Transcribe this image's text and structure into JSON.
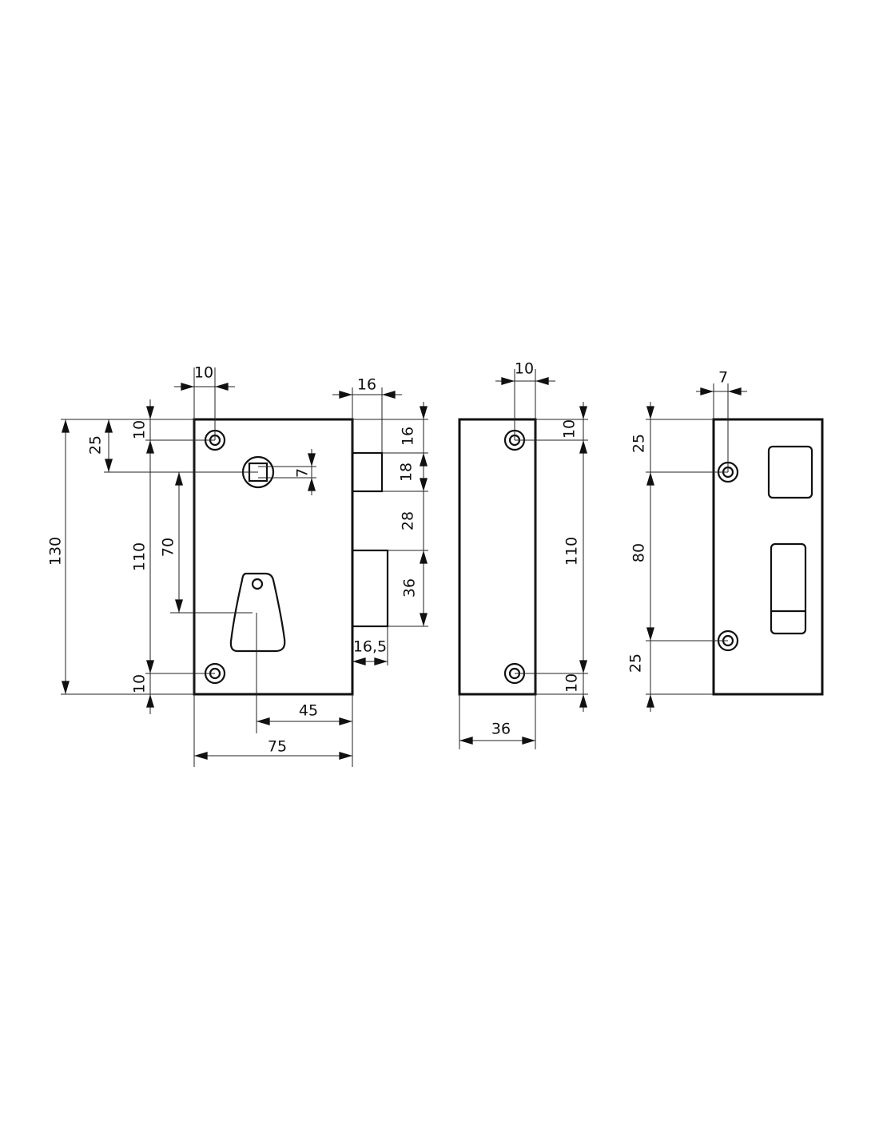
{
  "front_view": {
    "dims": {
      "hole_x": "10",
      "bolt_proj_top": "16",
      "height": "130",
      "spindle_y": "25",
      "hole_top": "10",
      "hole_spacing": "110",
      "hole_bottom": "10",
      "spindle_key": "70",
      "spindle_square": "7",
      "latch_top": "16",
      "latch_h": "18",
      "bolt_gap": "28",
      "deadbolt_h": "36",
      "deadbolt_proj": "16,5",
      "key_x": "45",
      "width": "75"
    }
  },
  "side_view": {
    "dims": {
      "hole_x": "10",
      "hole_top": "10",
      "hole_spacing": "110",
      "hole_bottom": "10",
      "depth": "36"
    }
  },
  "keeper_view": {
    "dims": {
      "hole_x": "7",
      "top": "25",
      "hole_spacing": "80",
      "bottom": "25"
    }
  }
}
